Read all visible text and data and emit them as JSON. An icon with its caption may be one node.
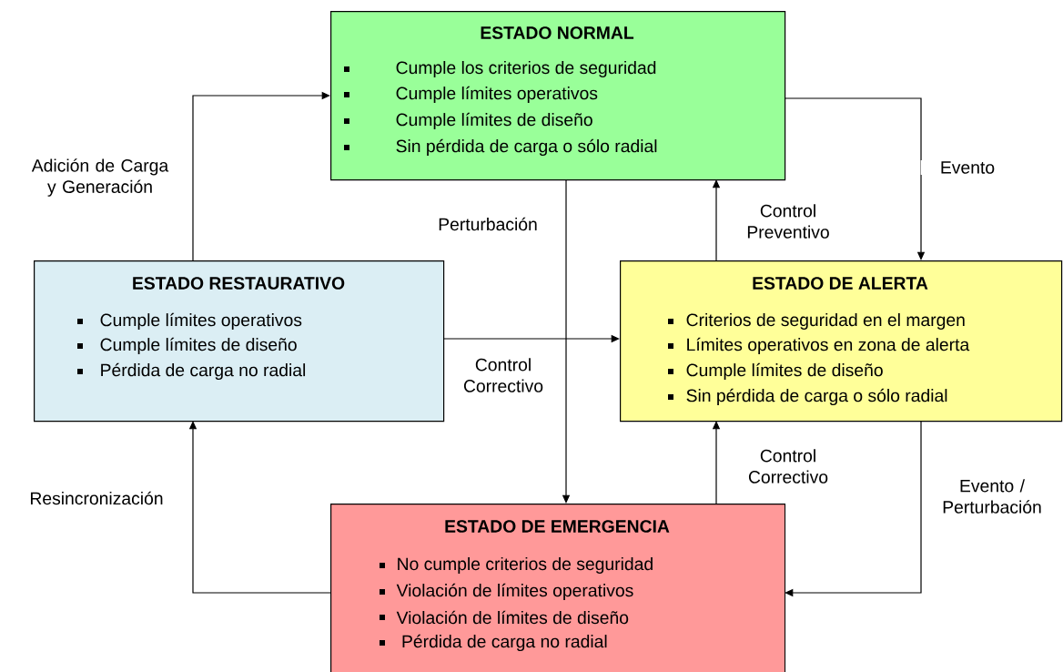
{
  "diagram": {
    "nodes": [
      {
        "text": [
          "ESTADO NORMAL",
          "Cumple los criterios de seguridad",
          "Cumple límites operativos",
          "Cumple límites de diseño",
          "Sin pérdida de carga o sólo radial"
        ]
      },
      {
        "text": [
          "ESTADO RESTAURATIVO",
          "Cumple límites operativos",
          "Cumple límites de diseño",
          "Pérdida de carga no radial"
        ]
      },
      {
        "text": [
          "ESTADO DE ALERTA",
          "Criterios de seguridad en el margen",
          "Límites operativos en zona de alerta",
          "Cumple límites de diseño",
          "Sin pérdida de carga o sólo radial"
        ]
      },
      {
        "text": [
          "ESTADO DE EMERGENCIA",
          "No cumple criterios de seguridad",
          "Violación de límites operativos",
          "Violación de límites de diseño",
          " Pérdida de carga no radial"
        ]
      }
    ],
    "edges": [
      {
        "from": 1,
        "to": 0,
        "arrow": "to",
        "label": "Adición de Carga y Generación"
      },
      {
        "from": 0,
        "to": 2,
        "arrow": "to",
        "label": "Evento"
      },
      {
        "from": 2,
        "to": 0,
        "arrow": "to",
        "label": "Control Preventivo"
      },
      {
        "from": 0,
        "to": 3,
        "arrow": "to",
        "label": "Perturbación"
      },
      {
        "from": 1,
        "to": 2,
        "arrow": "to",
        "label": "Control Correctivo"
      },
      {
        "from": 3,
        "to": 2,
        "arrow": "to",
        "label": "Control Correctivo"
      },
      {
        "from": 2,
        "to": 3,
        "arrow": "to",
        "label": "Evento / Perturbación"
      },
      {
        "from": 3,
        "to": 1,
        "arrow": "to",
        "label": "Resincronización"
      }
    ]
  }
}
